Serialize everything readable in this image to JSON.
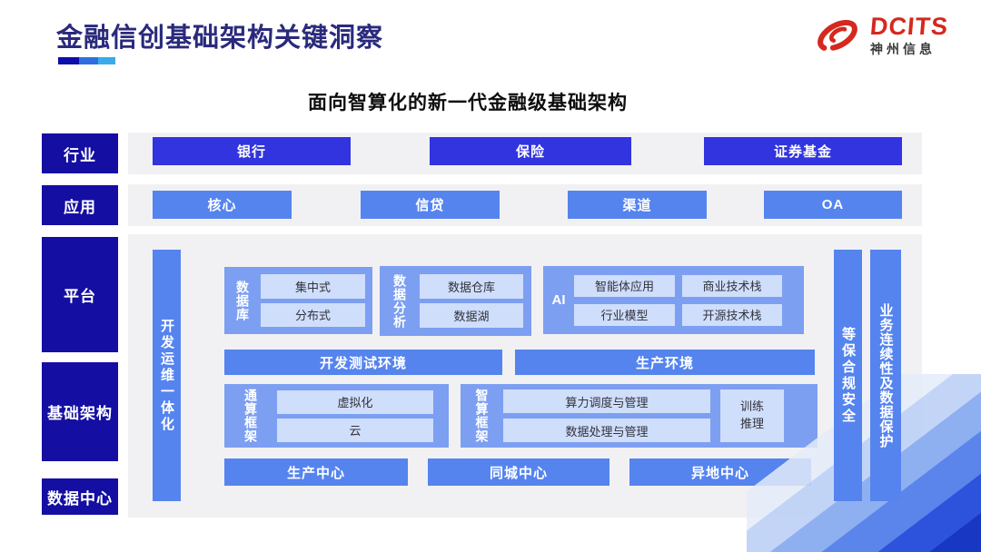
{
  "header": {
    "title": "金融信创基础架构关键洞察",
    "logo": {
      "brand": "DCITS",
      "company": "神州信息"
    }
  },
  "subtitle": "面向智算化的新一代金融级基础架构",
  "side_labels": {
    "industry": "行业",
    "application": "应用",
    "platform": "平台",
    "infrastructure": "基础架构",
    "datacenter": "数据中心"
  },
  "industry_items": [
    "银行",
    "保险",
    "证券基金"
  ],
  "application_items": [
    "核心",
    "信贷",
    "渠道",
    "OA"
  ],
  "pillars": {
    "devops": "开发运维一体化",
    "compliance": "等保合规安全",
    "continuity": "业务连续性及数据保护"
  },
  "platform": {
    "database": {
      "label": "数据库",
      "items": [
        "集中式",
        "分布式"
      ]
    },
    "analytics": {
      "label": "数据分析",
      "items": [
        "数据仓库",
        "数据湖"
      ]
    },
    "ai": {
      "label": "AI",
      "items": [
        "智能体应用",
        "商业技术栈",
        "行业模型",
        "开源技术栈"
      ]
    }
  },
  "environments": {
    "dev": "开发测试环境",
    "prod": "生产环境"
  },
  "frameworks": {
    "general": {
      "label": "通算框架",
      "items": [
        "虚拟化",
        "云"
      ]
    },
    "intelligent": {
      "label": "智算框架",
      "items": [
        "算力调度与管理",
        "数据处理与管理"
      ],
      "side_box": "训练推理"
    }
  },
  "datacenters": [
    "生产中心",
    "同城中心",
    "异地中心"
  ],
  "colors": {
    "deep_navy": "#140fa2",
    "royal_blue": "#3134df",
    "blue": "#5584ef",
    "group_blue": "#7d9ff2",
    "chip_blue": "#cfdefb",
    "strip_gray": "#f1f1f3",
    "title_navy": "#2a2a7c",
    "brand_red": "#d5281e",
    "underline_segments": [
      "#0d0da8",
      "#2e6ee0",
      "#38abe8"
    ]
  }
}
